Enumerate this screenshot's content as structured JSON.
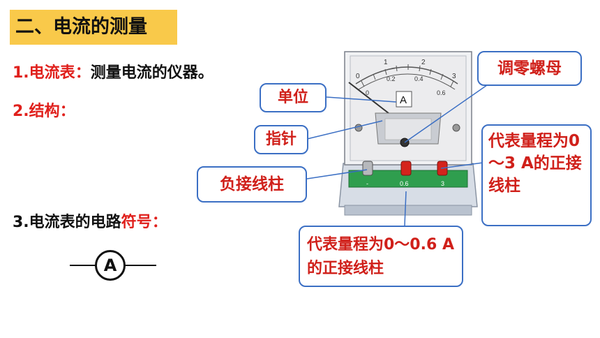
{
  "title": "二、电流的测量",
  "item1": {
    "num": "1.",
    "term": "电流表",
    "colon": "：",
    "desc": "测量电流的仪器。"
  },
  "item2": {
    "text": "2.结构："
  },
  "item3": {
    "prefix": "3.电流表的电路",
    "highlight": "符号",
    "colon": "："
  },
  "symbol_letter": "A",
  "meter": {
    "scale_top": [
      "0",
      "1",
      "2",
      "3"
    ],
    "scale_bottom": [
      "0",
      "0.2",
      "0.4",
      "0.6"
    ],
    "unit_letter": "A",
    "terminal_labels": [
      "-",
      "0.6",
      "3"
    ]
  },
  "callouts": {
    "unit": "单位",
    "pointer": "指针",
    "zero_nut": "调零螺母",
    "neg_terminal": "负接线柱",
    "range_3a": "代表量程为0～3 A的正接线柱",
    "range_06a": "代表量程为0～0.6 A的正接线柱"
  },
  "colors": {
    "accent_red": "#e0201c",
    "callout_border": "#3b6fc4",
    "title_bg": "#f9c94a"
  }
}
